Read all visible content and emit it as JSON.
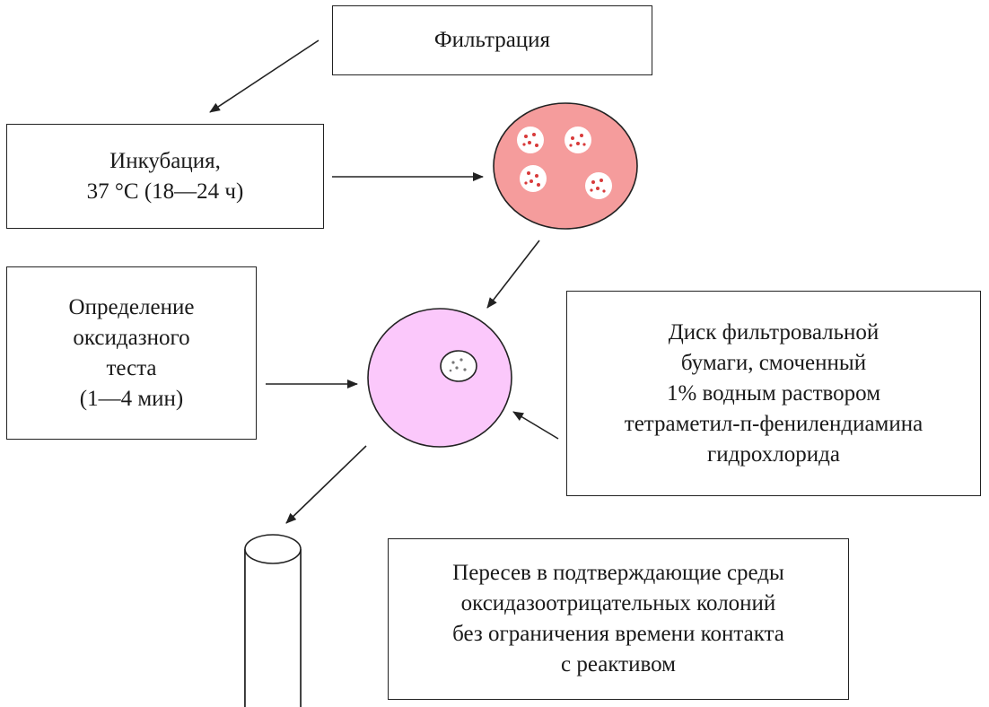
{
  "filtration": {
    "lines": [
      "Фильтрация"
    ]
  },
  "incubation": {
    "lines": [
      "Инкубация,",
      "37 °С (18—24 ч)"
    ]
  },
  "oxidase_test": {
    "lines": [
      "Определение",
      "оксидазного",
      "теста",
      "(1—4 мин)"
    ]
  },
  "filter_disk": {
    "lines": [
      "Диск фильтровальной",
      "бумаги, смоченный",
      "1% водным раствором",
      "тетраметил-п-фенилендиамина",
      "гидрохлорида"
    ]
  },
  "subculture": {
    "lines": [
      "Пересев в подтверждающие среды",
      "оксидазоотрицательных колоний",
      "без ограничения времени контакта",
      "с реактивом"
    ]
  },
  "colors": {
    "incubated_plate_fill": "#f59c9c",
    "oxidase_plate_fill": "#fbc8fb",
    "colony_fill": "#ffffff",
    "colony_dots": "#d83a3a",
    "stroke": "#222222"
  }
}
